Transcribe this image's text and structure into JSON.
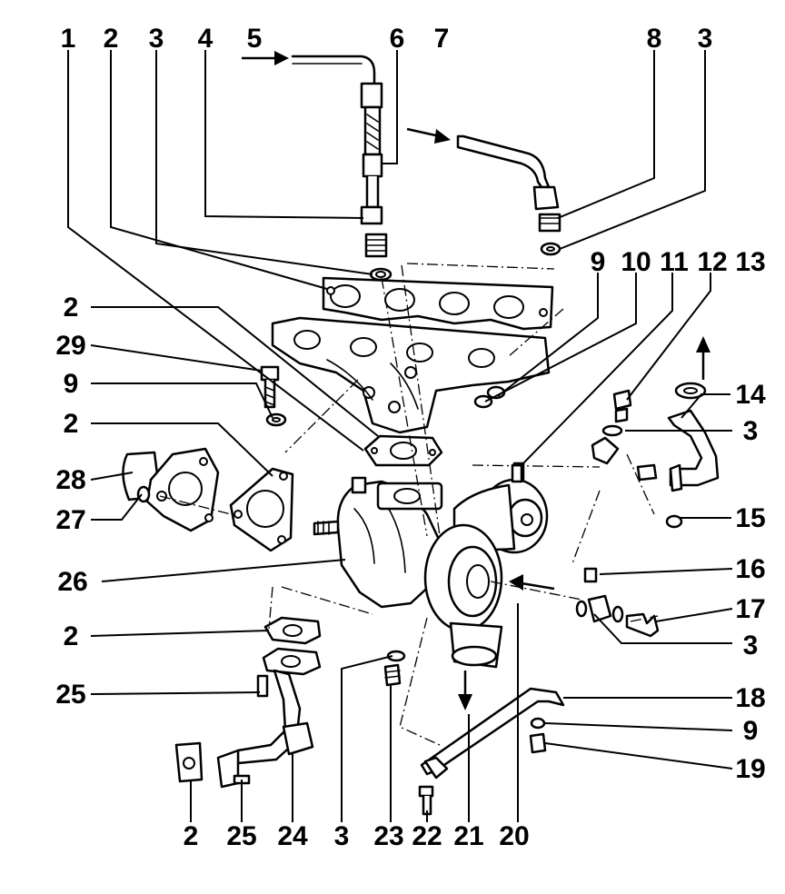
{
  "diagram": {
    "callouts": {
      "c1": "1",
      "c2a": "2",
      "c3a": "3",
      "c4": "4",
      "c5": "5",
      "c6": "6",
      "c7": "7",
      "c8": "8",
      "c3b": "3",
      "c9a": "9",
      "c10": "10",
      "c11": "11",
      "c12": "12",
      "c13": "13",
      "c14": "14",
      "c2b": "2",
      "c29": "29",
      "c9b": "9",
      "c2c": "2",
      "c28": "28",
      "c27": "27",
      "c3c": "3",
      "c26": "26",
      "c15": "15",
      "c16": "16",
      "c17": "17",
      "c2d": "2",
      "c3d": "3",
      "c25a": "25",
      "c18": "18",
      "c9c": "9",
      "c19": "19",
      "c2e": "2",
      "c25b": "25",
      "c24": "24",
      "c3e": "3",
      "c23": "23",
      "c22": "22",
      "c21": "21",
      "c20": "20"
    }
  }
}
